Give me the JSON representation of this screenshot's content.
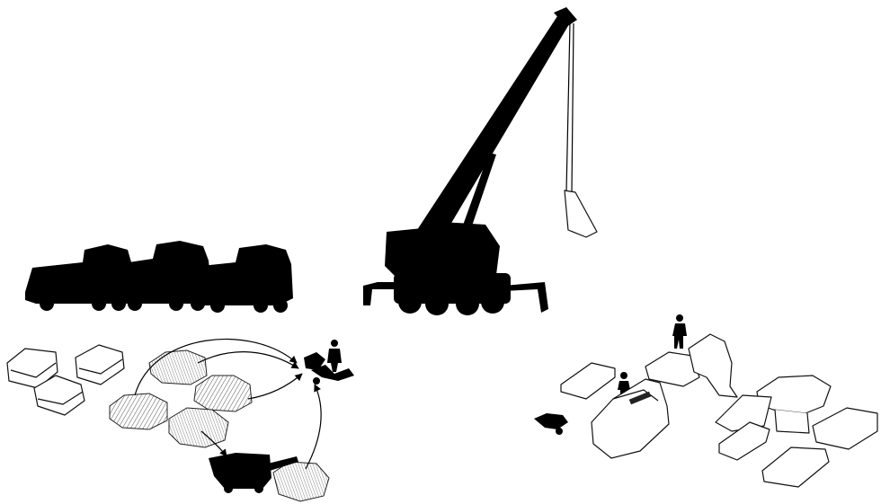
{
  "scene": {
    "background": "#ffffff",
    "ink": "#000000",
    "groups": [
      {
        "name": "truck-convoy",
        "icon": "truck-icon",
        "count": 3
      },
      {
        "name": "mobile-crane",
        "icon": "crane-icon"
      },
      {
        "name": "stone-processing-flow",
        "icon": "arrow-icon"
      },
      {
        "name": "stone-block-assembly",
        "icon": "stone-block-icon",
        "people": 2
      }
    ]
  }
}
